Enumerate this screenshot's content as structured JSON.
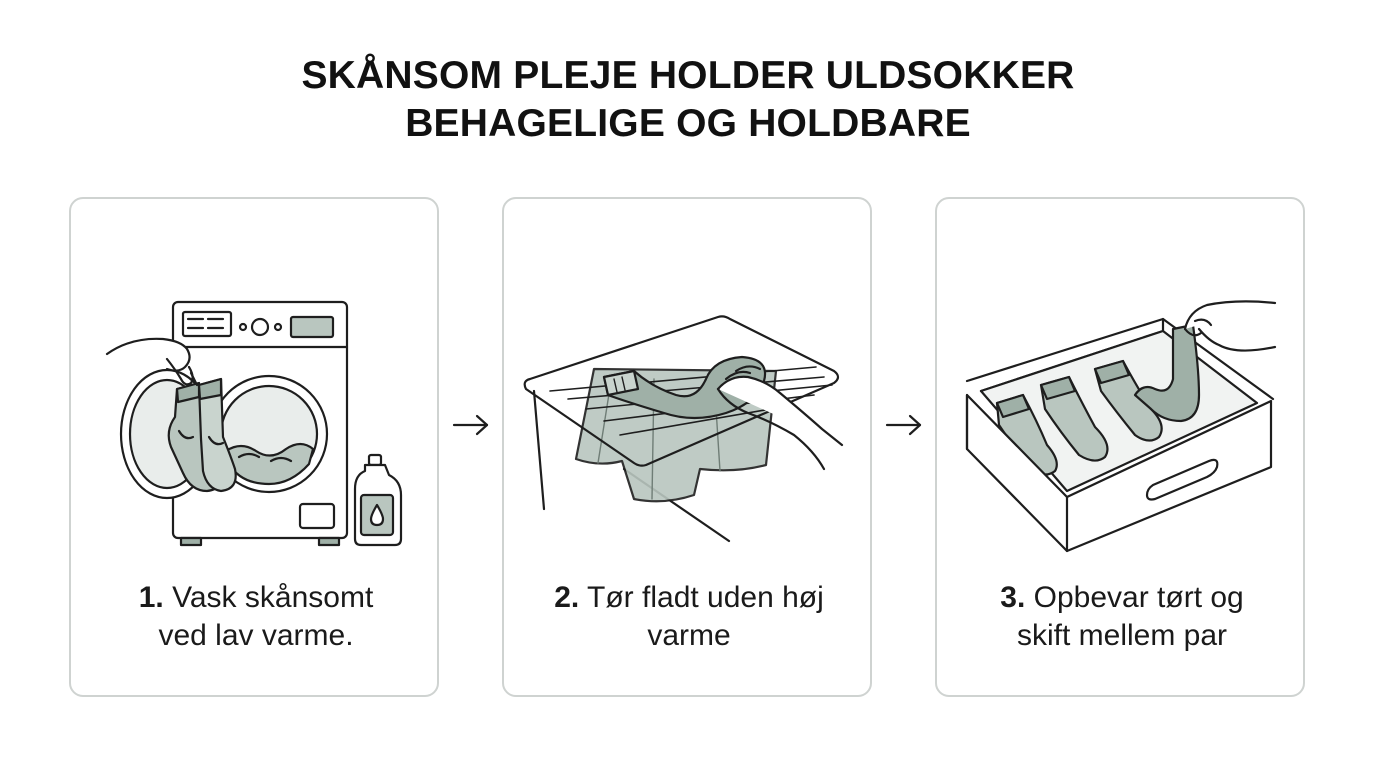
{
  "title": {
    "line1": "SKÅNSOM PLEJE HOLDER ULDSOKKER",
    "line2": "BEHAGELIGE OG HOLDBARE"
  },
  "steps": [
    {
      "number": "1.",
      "line1": "Vask skånsomt",
      "line2": "ved lav varme.",
      "icon": "washing-machine-icon"
    },
    {
      "number": "2.",
      "line1": "Tør fladt uden høj",
      "line2": "varme",
      "icon": "drying-rack-icon"
    },
    {
      "number": "3.",
      "line1": "Opbevar tørt og",
      "line2": "skift mellem par",
      "icon": "sock-drawer-icon"
    }
  ],
  "colors": {
    "sock_fill": "#b9c6bf",
    "sock_dark": "#9fb0a7",
    "outline": "#1e1e1e",
    "card_border": "#cfd3d1"
  }
}
